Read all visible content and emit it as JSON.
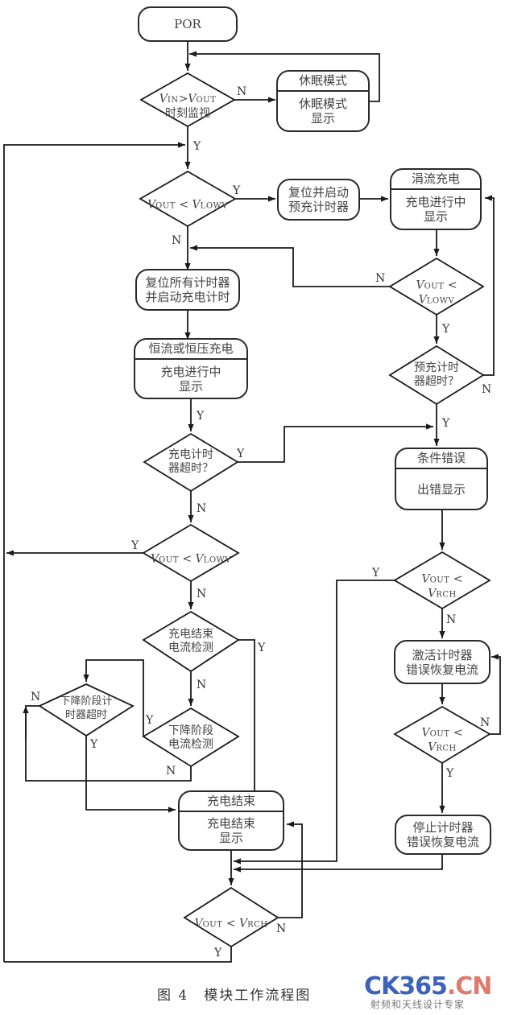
{
  "nodes": {
    "por": {
      "text": "POR"
    },
    "sleep": {
      "title": "休眠模式",
      "body": "休眠模式\n显示"
    },
    "reset_precharge": {
      "text": "复位并启动\n预充计时器"
    },
    "trickle": {
      "title": "涓流充电",
      "body": "充电进行中\n显示"
    },
    "reset_all": {
      "text": "复位所有计时器\n并启动充电计时"
    },
    "cc_cv": {
      "title": "恒流或恒压充电",
      "body": "充电进行中\n显示"
    },
    "fault": {
      "title": "条件错误",
      "body": "出错显示"
    },
    "activate_timer": {
      "text": "激活计时器\n错误恢复电流"
    },
    "stop_timer": {
      "text": "停止计时器\n错误恢复电流"
    },
    "done": {
      "title": "充电结束",
      "body": "充电结束\n显示"
    }
  },
  "decisions": {
    "vin_gt_vout": {
      "v1": "V",
      "s1": "IN",
      "op": ">",
      "v2": "V",
      "s2": "OUT",
      "text2": "时刻监视"
    },
    "vout_lt_vlowv_1": {
      "v1": "V",
      "s1": "OUT",
      "op": "<",
      "v2": "V",
      "s2": "LOWV"
    },
    "vout_lt_vlowv_2": {
      "v1": "V",
      "s1": "OUT",
      "op": "<",
      "v2": "V",
      "s2": "LOWV"
    },
    "precharge_timeout": {
      "text": "预充计时\n器超时？"
    },
    "charge_timeout": {
      "text": "充电计时\n器超时？"
    },
    "vout_lt_vlowv_3": {
      "v1": "V",
      "s1": "OUT",
      "op": "<",
      "v2": "V",
      "s2": "LOWV"
    },
    "vout_lt_vrch_1": {
      "v1": "V",
      "s1": "OUT",
      "op": "<",
      "v2": "V",
      "s2": "RCH"
    },
    "end_current": {
      "text": "充电结束\n电流检测"
    },
    "taper_timeout": {
      "text": "下降阶段计\n时器超时"
    },
    "taper_current": {
      "text": "下降阶段\n电流检测"
    },
    "vout_lt_vrch_2": {
      "v1": "V",
      "s1": "OUT",
      "op": "<",
      "v2": "V",
      "s2": "RCH"
    },
    "vout_lt_vrch_3": {
      "v1": "V",
      "s1": "OUT",
      "op": "<",
      "v2": "V",
      "s2": "RCH"
    }
  },
  "labels": {
    "yes": "Y",
    "no": "N"
  },
  "caption": "图 4　模块工作流程图",
  "watermark": {
    "logo_a": "CK365",
    "logo_b": ".CN",
    "sub": "射频和天线设计专家"
  }
}
